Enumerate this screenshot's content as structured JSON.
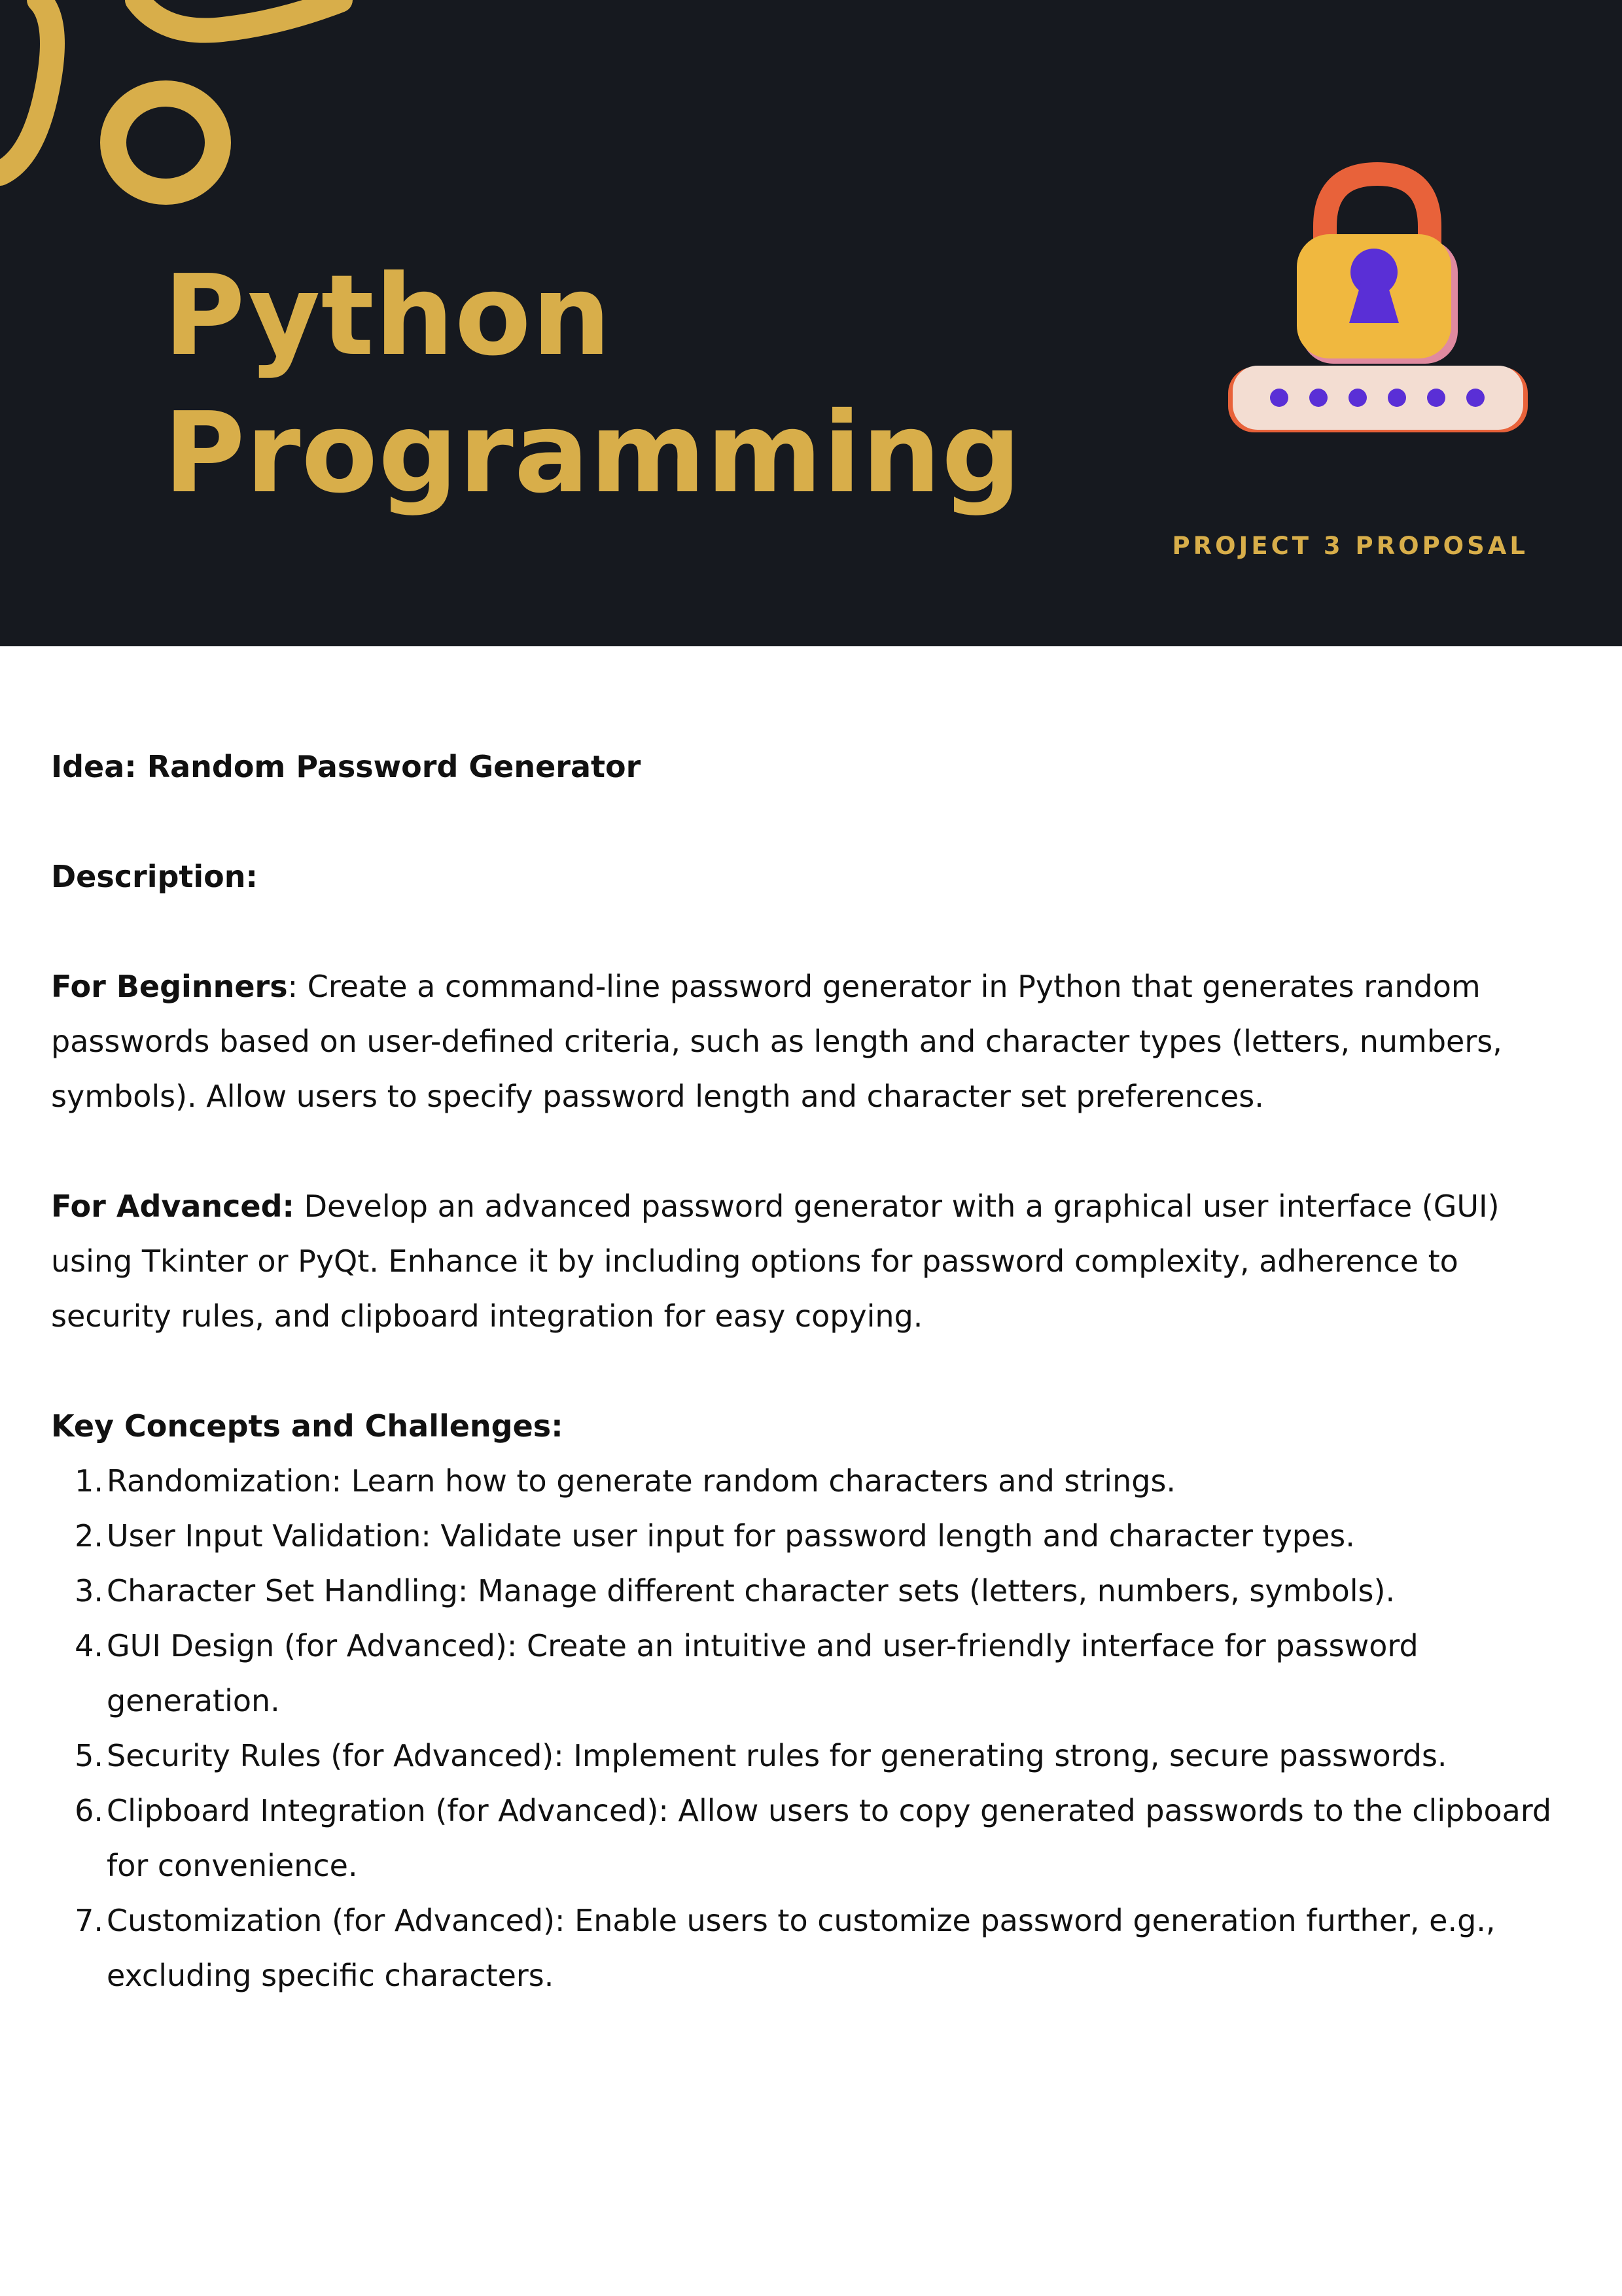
{
  "header": {
    "title_line1": "Python",
    "title_line2": "Programming",
    "subtitle": "PROJECT 3 PROPOSAL",
    "colors": {
      "background": "#16191f",
      "accent_gold": "#d8ae4a",
      "lock_body": "#f0b83f",
      "lock_shackle": "#e8623a",
      "keyhole": "#5a2fd6",
      "password_field": "#f3ddd2"
    },
    "icon": "padlock-password-icon"
  },
  "content": {
    "idea": "Idea: Random Password Generator",
    "description_heading": "Description:",
    "beginners_label": "For Beginners",
    "beginners_text": ": Create a command-line password generator in Python that generates random passwords based on user-defined criteria, such as length and character types (letters, numbers, symbols). Allow users to specify password length and character set preferences.",
    "advanced_label": "For Advanced:",
    "advanced_text": " Develop an advanced password generator with a graphical user interface (GUI) using Tkinter or PyQt. Enhance it by including options for password complexity, adherence to security rules, and clipboard integration for easy copying.",
    "concepts_heading": "Key Concepts and Challenges:",
    "concepts": [
      {
        "num": "1.",
        "text": "Randomization: Learn how to generate random characters and strings."
      },
      {
        "num": "2.",
        "text": "User Input Validation: Validate user input for password length and character types."
      },
      {
        "num": "3.",
        "text": "Character Set Handling: Manage different character sets (letters, numbers, symbols)."
      },
      {
        "num": "4.",
        "text": "GUI Design (for Advanced): Create an intuitive and user-friendly interface for password generation."
      },
      {
        "num": "5.",
        "text": "Security Rules (for Advanced): Implement rules for generating strong, secure passwords."
      },
      {
        "num": "6.",
        "text": "Clipboard Integration (for Advanced): Allow users to copy generated passwords to the clipboard for convenience."
      },
      {
        "num": "7.",
        "text": "Customization (for Advanced): Enable users to customize password generation further, e.g., excluding specific characters."
      }
    ]
  }
}
